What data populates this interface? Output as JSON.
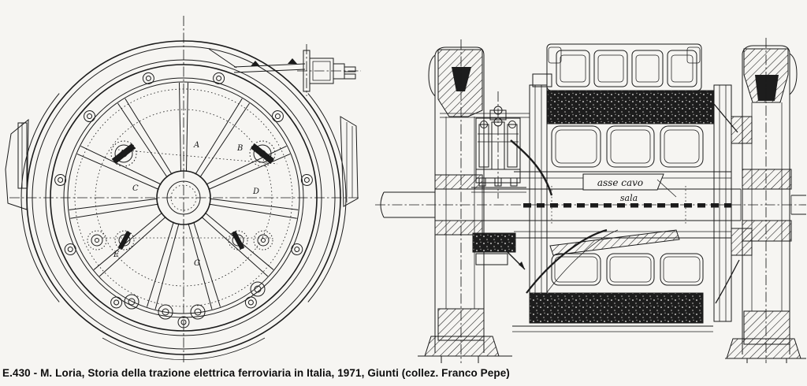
{
  "page": {
    "paper_color": "#f6f5f2",
    "ink_color": "#1b1b1b"
  },
  "caption": "E.430 - M. Loria, Storia della trazione elettrica ferroviaria in Italia, 1971, Giunti (collez. Franco Pepe)",
  "left_view": {
    "name": "driving wheel front view",
    "part_letters": [
      {
        "label": "A"
      },
      {
        "label": "B"
      },
      {
        "label": "C"
      },
      {
        "label": "D"
      },
      {
        "label": "E"
      },
      {
        "label": "G"
      }
    ]
  },
  "right_view": {
    "name": "axle and motor cross section",
    "hollow_axle_label": "asse cavo",
    "axle_label": "sala"
  }
}
